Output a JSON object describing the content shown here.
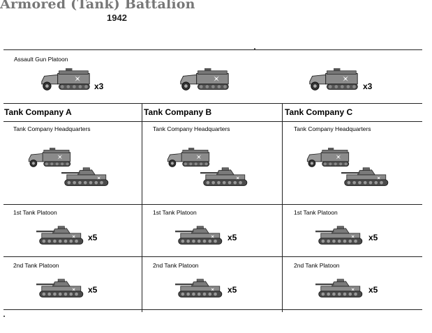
{
  "header": {
    "title": "Armored (Tank) Battalion",
    "year": "1942"
  },
  "assault": {
    "label": "Assault Gun Platoon",
    "left_mult": "x3",
    "right_mult": "x3"
  },
  "companies": [
    {
      "name": "Tank Company A",
      "hq": "Tank Company Headquarters",
      "p1": "1st Tank Platoon",
      "p1_mult": "x5",
      "p2": "2nd Tank Platoon",
      "p2_mult": "x5"
    },
    {
      "name": "Tank Company B",
      "hq": "Tank Company Headquarters",
      "p1": "1st Tank Platoon",
      "p1_mult": "x5",
      "p2": "2nd Tank Platoon",
      "p2_mult": "x5"
    },
    {
      "name": "Tank Company C",
      "hq": "Tank Company Headquarters",
      "p1": "1st Tank Platoon",
      "p1_mult": "x5",
      "p2": "2nd Tank Platoon",
      "p2_mult": "x5"
    }
  ],
  "icons": {
    "halftrack": "halftrack-icon",
    "tank": "medium-tank-icon"
  }
}
